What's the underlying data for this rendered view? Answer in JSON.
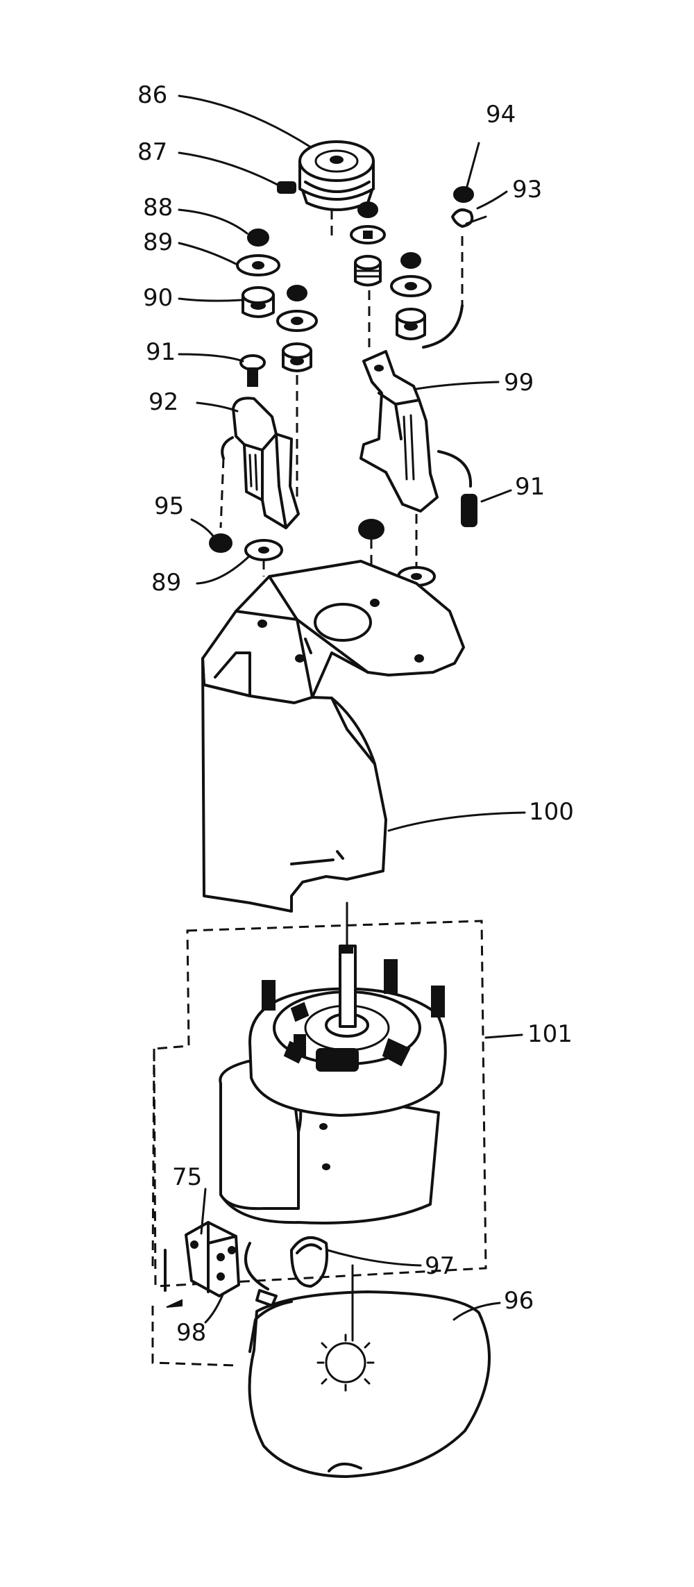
{
  "diagram": {
    "callouts": {
      "c86": "86",
      "c87": "87",
      "c88": "88",
      "c89a": "89",
      "c90": "90",
      "c91a": "91",
      "c92": "92",
      "c95": "95",
      "c89b": "89",
      "c94": "94",
      "c93": "93",
      "c99": "99",
      "c91b": "91",
      "c100": "100",
      "c101": "101",
      "c75": "75",
      "c97": "97",
      "c96": "96",
      "c98": "98"
    }
  }
}
